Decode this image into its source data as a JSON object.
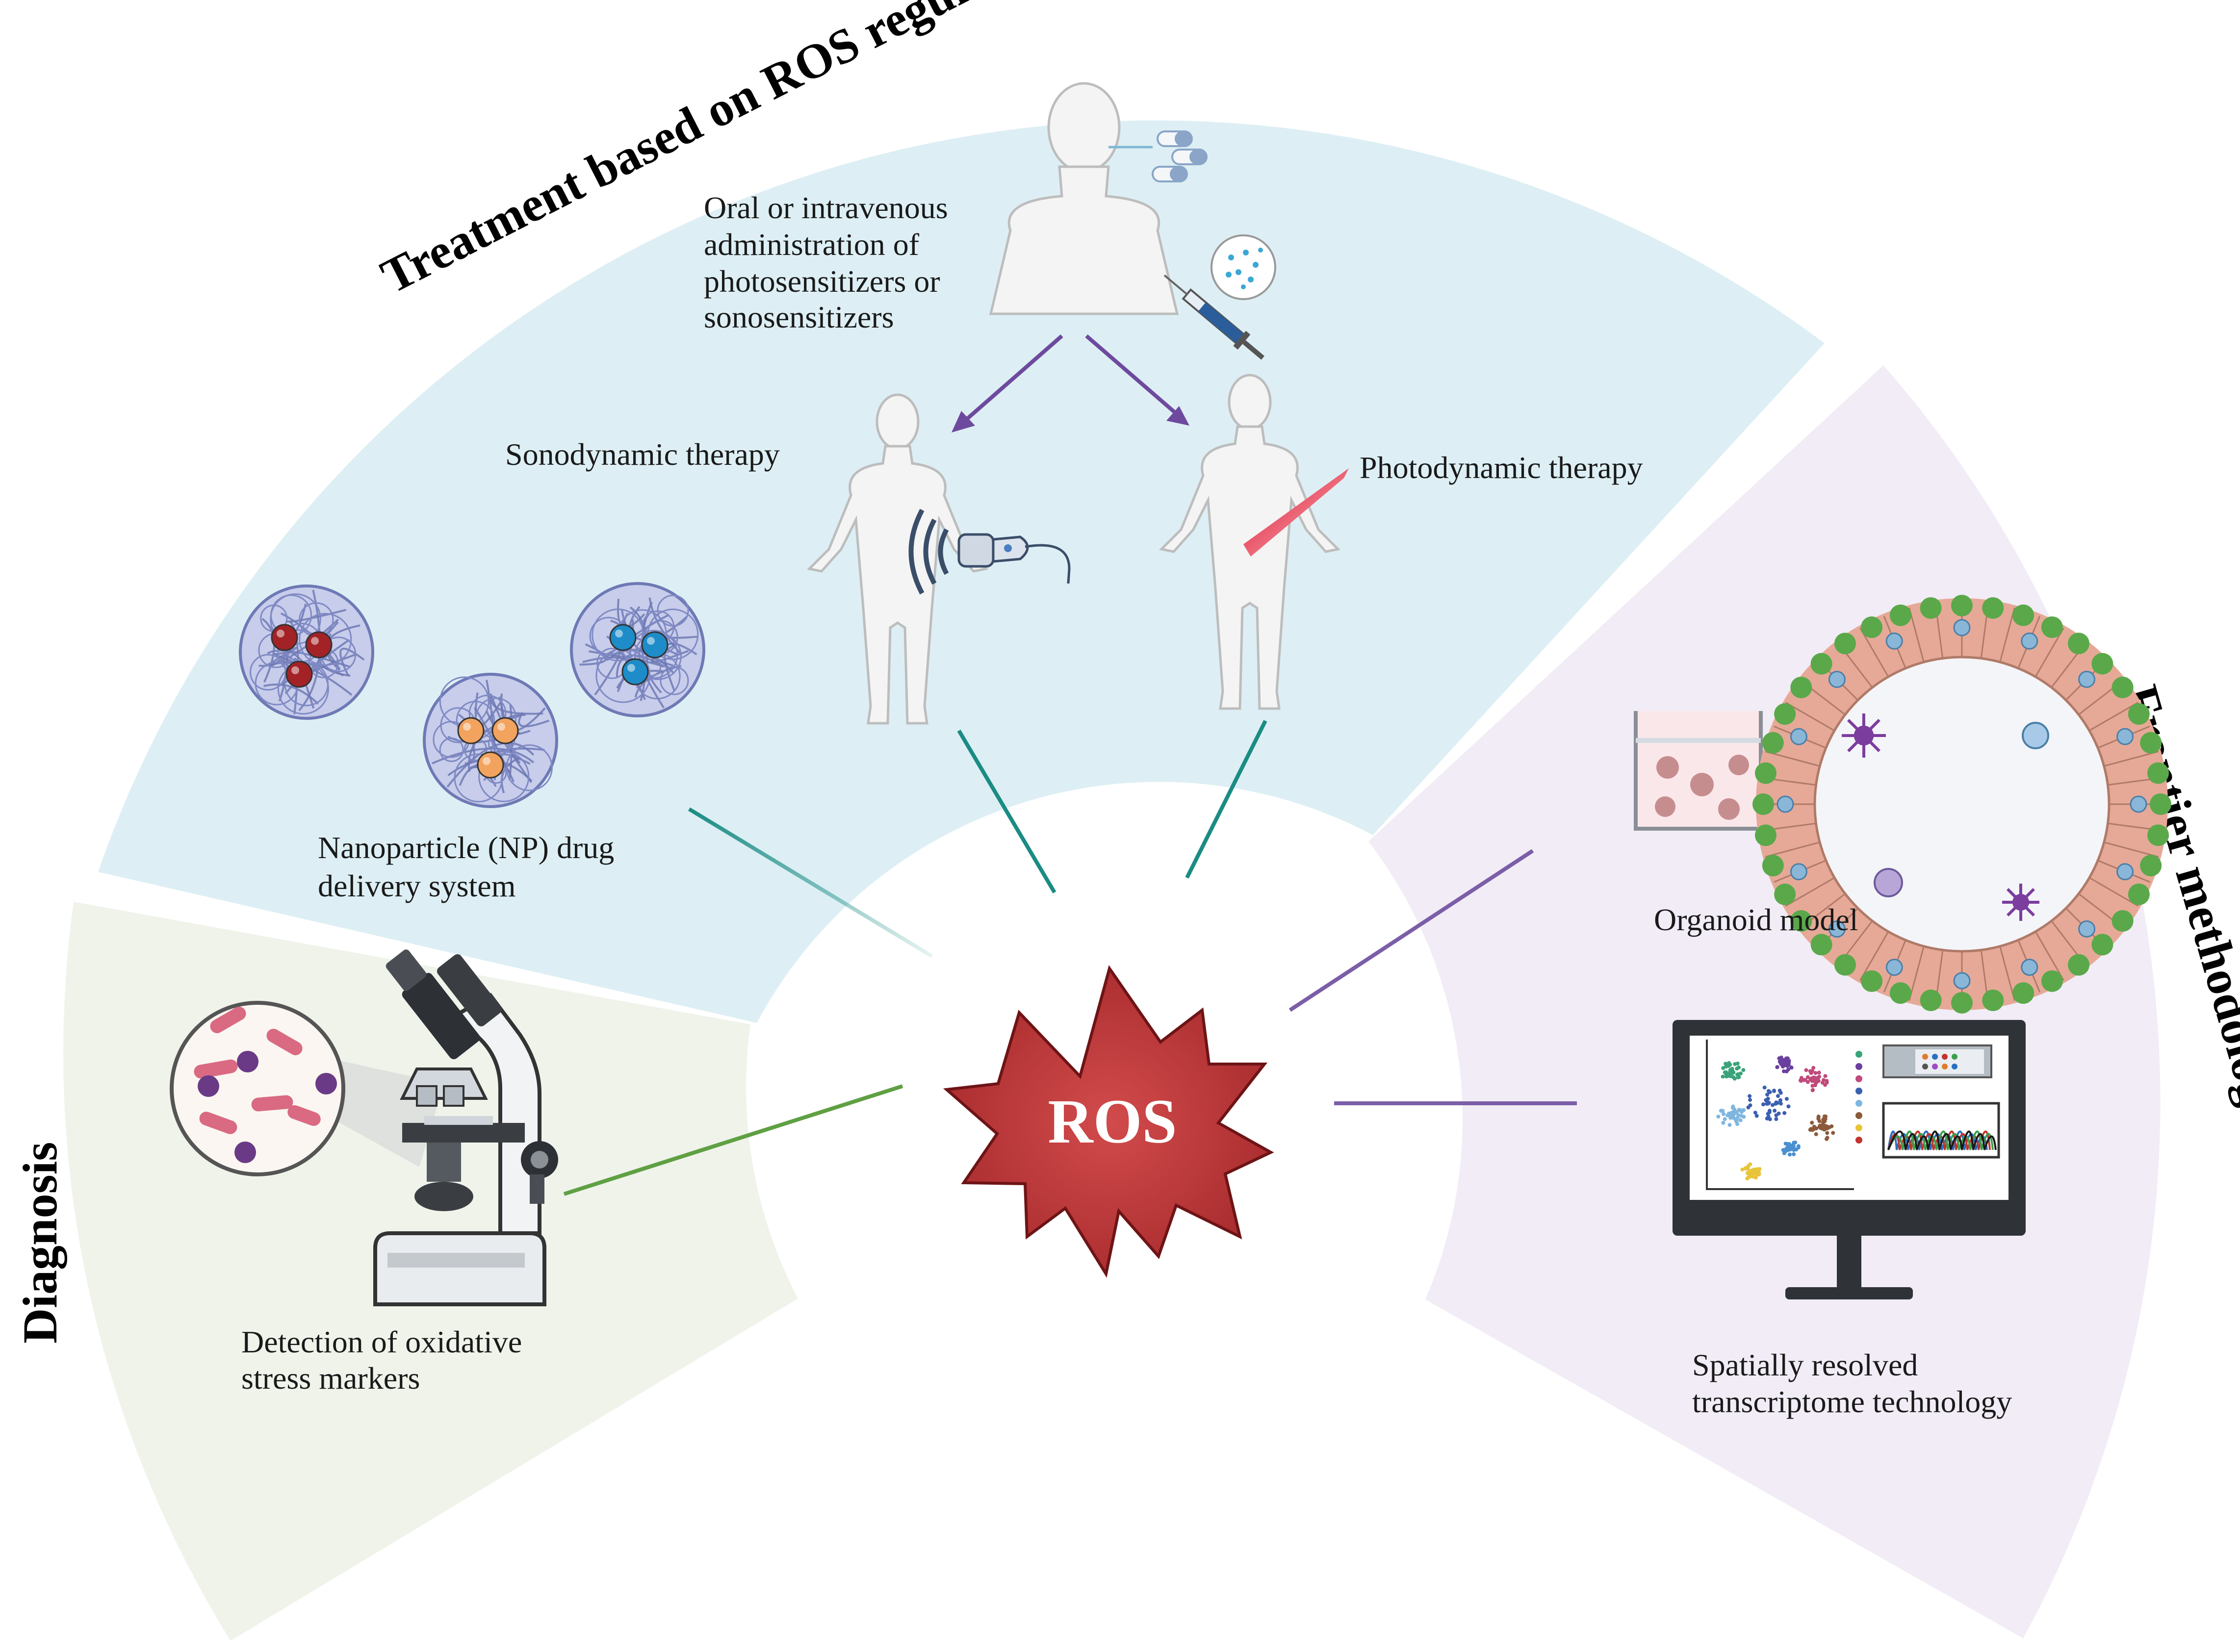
{
  "sections": {
    "treatment": {
      "title": "Treatment based on ROS regulation",
      "color": "#ddeff4"
    },
    "frontier": {
      "title": "Frontier methodologies",
      "color": "#f1ecf6"
    },
    "diagnosis": {
      "title": "Diagnosis",
      "color": "#eff3ea"
    }
  },
  "center": {
    "label": "ROS",
    "color": "#c0393b"
  },
  "labels": {
    "administration": [
      "Oral or intravenous",
      "administration of",
      "photosensitizers or",
      "sonosensitizers"
    ],
    "sonodynamic": "Sonodynamic therapy",
    "photodynamic": "Photodynamic therapy",
    "nanoparticle": [
      "Nanoparticle (NP) drug",
      "delivery system"
    ],
    "organoid": "Organoid model",
    "spatial": [
      "Spatially resolved",
      "transcriptome technology"
    ],
    "detection": [
      "Detection of oxidative",
      "stress markers"
    ]
  },
  "icons": {
    "pills": "pill-icon",
    "syringe": "syringe-icon",
    "ultrasound": "ultrasound-probe-icon",
    "laser": "laser-beam-icon",
    "nanoparticle": "nanoparticle-icon",
    "microscope": "microscope-icon",
    "organoid": "organoid-icon",
    "monitor": "monitor-icon"
  },
  "colors": {
    "teal_connector": "#1a8c84",
    "purple_connector": "#7b5ea7",
    "green_connector": "#5fa043",
    "arrow": "#6e4a9e",
    "np_red": "#a32226",
    "np_orange": "#f2a35e",
    "np_blue": "#1d8cc8",
    "bacteria_pink": "#d96a82",
    "bacteria_purple": "#6a3a86"
  }
}
